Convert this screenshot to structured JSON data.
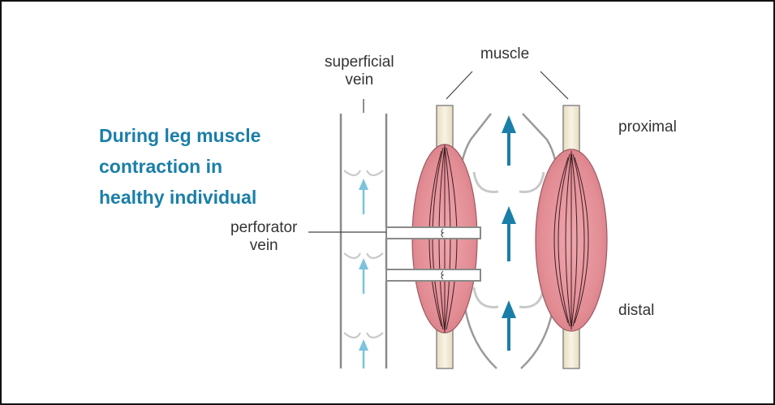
{
  "title": {
    "line1": "During leg muscle",
    "line2": "contraction in",
    "line3": "healthy individual"
  },
  "labels": {
    "superficial_vein_1": "superficial",
    "superficial_vein_2": "vein",
    "muscle": "muscle",
    "proximal": "proximal",
    "distal": "distal",
    "perforator_vein_1": "perforator",
    "perforator_vein_2": "vein"
  },
  "colors": {
    "title": "#1a7fa8",
    "arrow_deep": "#1a7fa8",
    "arrow_superficial": "#7cc3dd",
    "muscle_fill": "#e38d95",
    "tendon_fill": "#f3ecd6",
    "outline": "#666666"
  }
}
